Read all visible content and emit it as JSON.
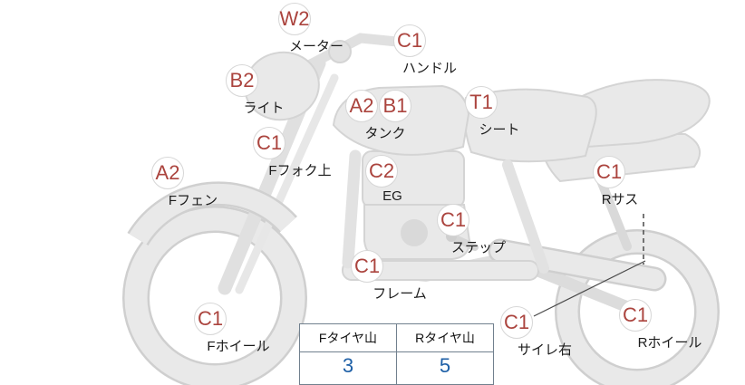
{
  "diagram": {
    "annotations": [
      {
        "code": "W2",
        "label": "メーター"
      },
      {
        "code": "C1",
        "label": "ハンドル"
      },
      {
        "code": "B2",
        "label": "ライト"
      },
      {
        "code": "A2",
        "code2": "B1",
        "label": "タンク"
      },
      {
        "code": "T1",
        "label": "シート"
      },
      {
        "code": "C1",
        "label": "Fフォク上"
      },
      {
        "code": "A2",
        "label": "Fフェン"
      },
      {
        "code": "C2",
        "label": "EG"
      },
      {
        "code": "C1",
        "label": "ステップ"
      },
      {
        "code": "C1",
        "label": "Rサス"
      },
      {
        "code": "C1",
        "label": "フレーム"
      },
      {
        "code": "C1",
        "label": "Fホイール"
      },
      {
        "code": "C1",
        "label": "サイレ右"
      },
      {
        "code": "C1",
        "label": "Rホイール"
      }
    ]
  },
  "tire_table": {
    "front_header": "Fタイヤ山",
    "rear_header": "Rタイヤ山",
    "front_value": "3",
    "rear_value": "5"
  },
  "colors": {
    "grade_text": "#ab443e",
    "tread_value_text": "#1d5fa6",
    "sketch_fill": "#e9e9e9"
  }
}
